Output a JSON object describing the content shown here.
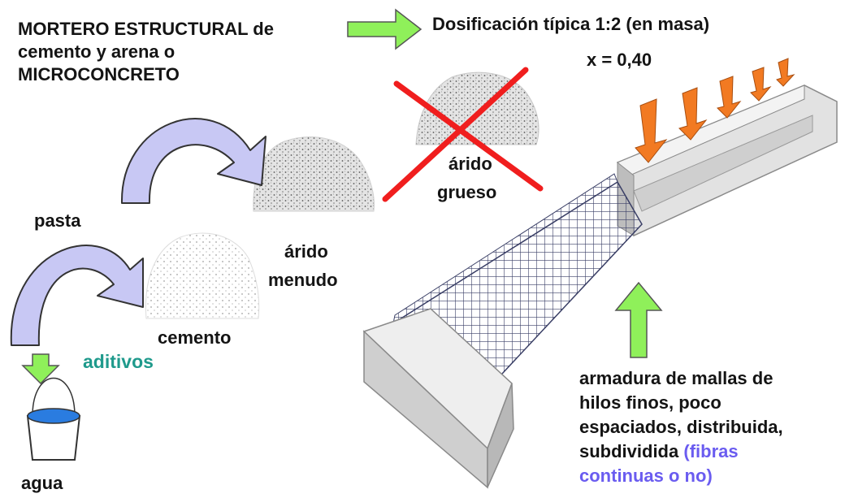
{
  "title_lines": [
    "MORTERO ESTRUCTURAL de",
    "cemento y arena o",
    "MICROCONCRETO"
  ],
  "dosage": "Dosificación  típica 1:2 (en masa)",
  "ratio": "x = 0,40",
  "labels": {
    "arido_grueso": [
      "árido",
      "grueso"
    ],
    "arido_menudo": [
      "árido",
      "menudo"
    ],
    "pasta": "pasta",
    "cemento": "cemento",
    "aditivos": "aditivos",
    "agua": "agua"
  },
  "reinforcement_lines": [
    "armadura de mallas de",
    "hilos finos, poco",
    "espaciados, distribuida,",
    "subdividida"
  ],
  "reinforcement_fibras": "(fibras",
  "reinforcement_last": "continuas o no)",
  "colors": {
    "text": "#141414",
    "arrow_green": "#8ff05a",
    "arrow_lavender": "#c8c8f4",
    "cross_red": "#f01e1e",
    "aditivos_teal": "#1f9a8c",
    "fibras_blue": "#6a5cf0",
    "load_orange": "#f27a22",
    "water_blue": "#2a7ce0"
  },
  "icons": [
    "green-arrow-icon",
    "curved-arrow-icon",
    "red-cross-icon",
    "bucket-icon",
    "load-arrow-icon"
  ]
}
